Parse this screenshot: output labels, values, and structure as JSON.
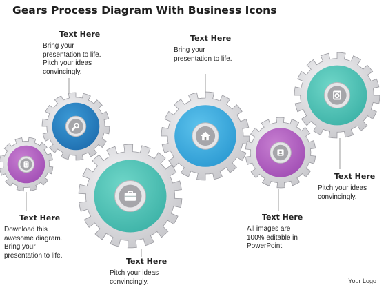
{
  "title": "Gears Process Diagram With Business Icons",
  "colors": {
    "gear_rim": "#c8c8cc",
    "gear_rim_edge": "#9a9aa0",
    "purple": "#c77fd1",
    "purple_dark": "#a24fb5",
    "blue": "#3b9ad6",
    "blue_dark": "#1f6fb0",
    "sky": "#5cc2ec",
    "sky_dark": "#2d9bd3",
    "teal": "#6fd6c8",
    "teal_dark": "#3eb3a8",
    "leader": "#999999"
  },
  "gears": [
    {
      "id": "g1",
      "color": "purple",
      "icon": "tablet-icon"
    },
    {
      "id": "g2",
      "color": "blue",
      "icon": "magnifier-icon"
    },
    {
      "id": "g3",
      "color": "teal",
      "icon": "briefcase-icon"
    },
    {
      "id": "g4",
      "color": "sky",
      "icon": "home-icon"
    },
    {
      "id": "g5",
      "color": "purple",
      "icon": "user-icon"
    },
    {
      "id": "g6",
      "color": "teal",
      "icon": "camera-icon"
    }
  ],
  "labels": [
    {
      "title": "Text Here",
      "lines": [
        "Bring your",
        "presentation to life.",
        "Pitch your ideas",
        "convincingly."
      ]
    },
    {
      "title": "Text Here",
      "lines": [
        "Download this",
        "awesome diagram.",
        "Bring your",
        "presentation to life."
      ]
    },
    {
      "title": "Text Here",
      "lines": [
        "Pitch your ideas",
        "convincingly."
      ]
    },
    {
      "title": "Text Here",
      "lines": [
        "Bring your",
        "presentation to life."
      ]
    },
    {
      "title": "Text Here",
      "lines": [
        "All images are",
        "100% editable in",
        "PowerPoint."
      ]
    },
    {
      "title": "Text Here",
      "lines": [
        "Pitch your ideas",
        "convincingly."
      ]
    }
  ],
  "footer": {
    "logo_text": "Your Logo"
  }
}
